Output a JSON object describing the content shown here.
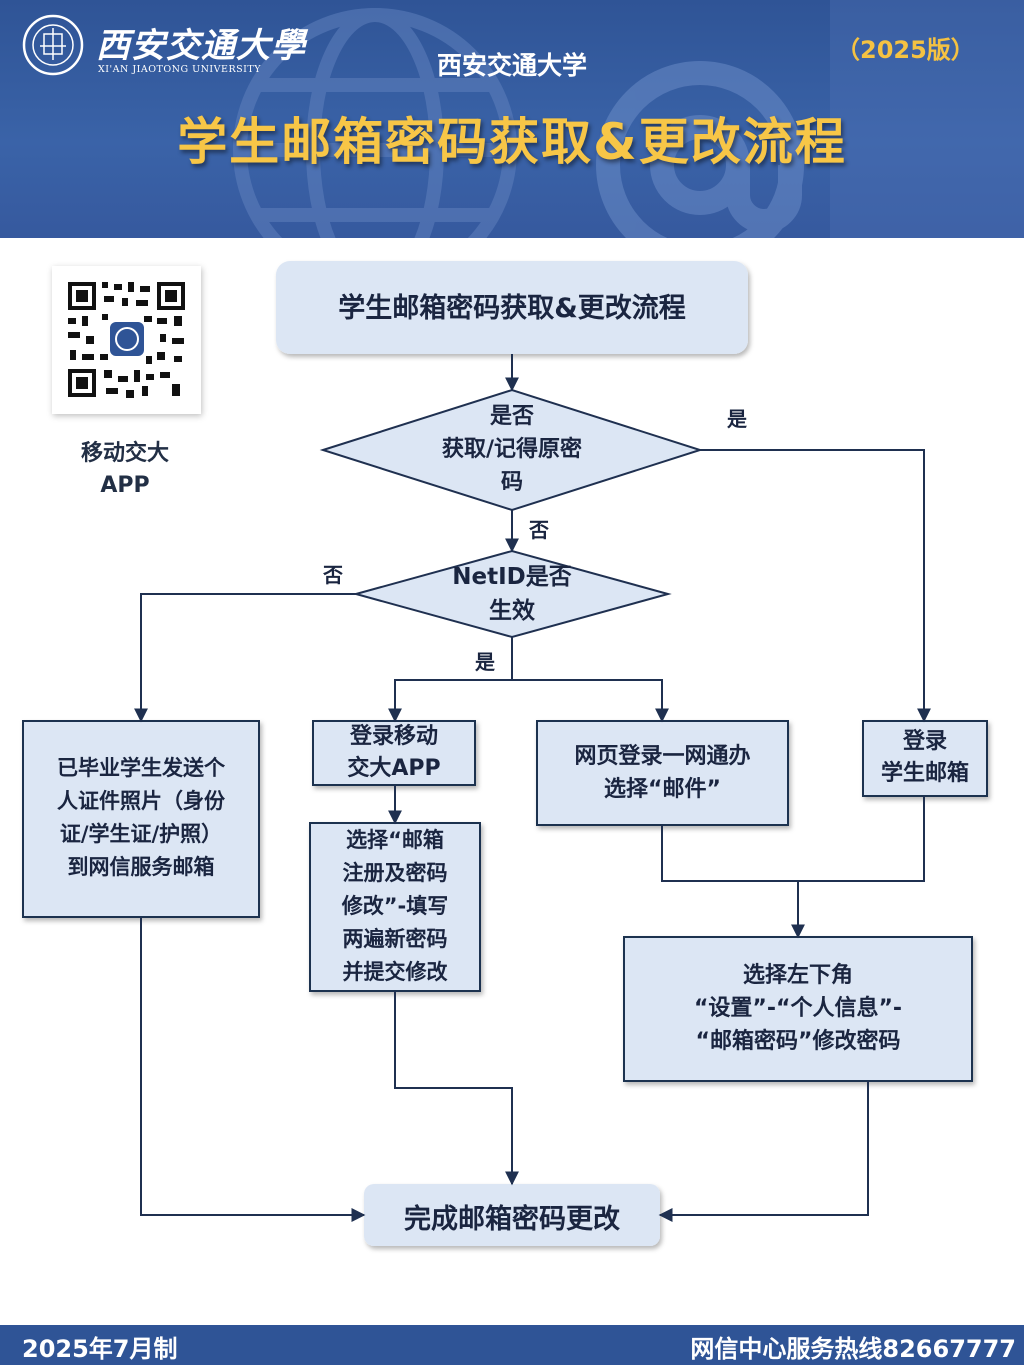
{
  "header": {
    "logo_cn": "西安交通大學",
    "logo_en": "XI'AN JIAOTONG UNIVERSITY",
    "school_name": "西安交通大学",
    "version": "（2025版）",
    "title": "学生邮箱密码获取&更改流程"
  },
  "sidebar": {
    "qr_label_line1": "移动交大",
    "qr_label_line2": "APP"
  },
  "flow": {
    "start": "学生邮箱密码获取&更改流程",
    "decision1": [
      "是否",
      "获取/记得原密",
      "码"
    ],
    "decision1_yes": "是",
    "decision1_no": "否",
    "decision2": [
      "NetID是否",
      "生效"
    ],
    "decision2_no": "否",
    "decision2_yes": "是",
    "graduated": [
      "已毕业学生发送个",
      "人证件照片（身份",
      "证/学生证/护照）",
      "到网信服务邮箱"
    ],
    "login_app": [
      "登录移动",
      "交大APP"
    ],
    "choose_app": [
      "选择“邮箱",
      "注册及密码",
      "修改”-填写",
      "两遍新密码",
      "并提交修改"
    ],
    "web_login": [
      "网页登录一网通办",
      "选择“邮件”"
    ],
    "login_mail": [
      "登录",
      "学生邮箱"
    ],
    "settings": [
      "选择左下角",
      "“设置”-“个人信息”-",
      "“邮箱密码”修改密码"
    ],
    "done": "完成邮箱密码更改"
  },
  "footer": {
    "date": "2025年7月制",
    "hotline": "网信中心服务热线82667777"
  },
  "colors": {
    "header_blue": "#2f5496",
    "title_gold": "#f7c647",
    "box_fill": "#dce6f4",
    "line": "#1f3050"
  }
}
